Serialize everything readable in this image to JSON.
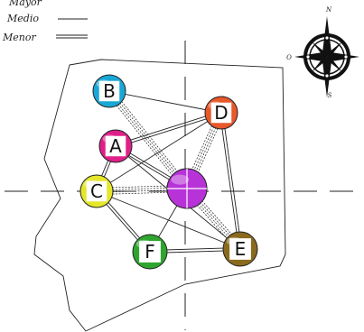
{
  "legend": {
    "top_cut": "Mayor",
    "medio": "Medio",
    "menor": "Menor"
  },
  "compass": {
    "north": "N",
    "west": "O",
    "south": "S"
  },
  "nodes": [
    {
      "id": "B",
      "label": "B",
      "color": "#1aa7d6"
    },
    {
      "id": "D",
      "label": "D",
      "color": "#e8582a"
    },
    {
      "id": "A",
      "label": "A",
      "color": "#e0208a"
    },
    {
      "id": "C",
      "label": "C",
      "color": "#e6e62a"
    },
    {
      "id": "center",
      "label": "",
      "color": "#b733d8"
    },
    {
      "id": "F",
      "label": "F",
      "color": "#2fa52f"
    },
    {
      "id": "E",
      "label": "E",
      "color": "#8a6a1e"
    }
  ],
  "links": [
    {
      "from": "B",
      "to": "center",
      "strength": "mayor"
    },
    {
      "from": "D",
      "to": "center",
      "strength": "mayor"
    },
    {
      "from": "C",
      "to": "center",
      "strength": "mayor"
    },
    {
      "from": "center",
      "to": "E",
      "strength": "mayor"
    },
    {
      "from": "A",
      "to": "D",
      "strength": "menor"
    },
    {
      "from": "B",
      "to": "D",
      "strength": "medio"
    },
    {
      "from": "A",
      "to": "center",
      "strength": "menor"
    },
    {
      "from": "A",
      "to": "C",
      "strength": "menor"
    },
    {
      "from": "A",
      "to": "E",
      "strength": "medio"
    },
    {
      "from": "C",
      "to": "D",
      "strength": "medio"
    },
    {
      "from": "C",
      "to": "F",
      "strength": "menor"
    },
    {
      "from": "C",
      "to": "E",
      "strength": "medio"
    },
    {
      "from": "D",
      "to": "E",
      "strength": "menor"
    },
    {
      "from": "F",
      "to": "E",
      "strength": "menor"
    },
    {
      "from": "F",
      "to": "center",
      "strength": "medio"
    }
  ]
}
